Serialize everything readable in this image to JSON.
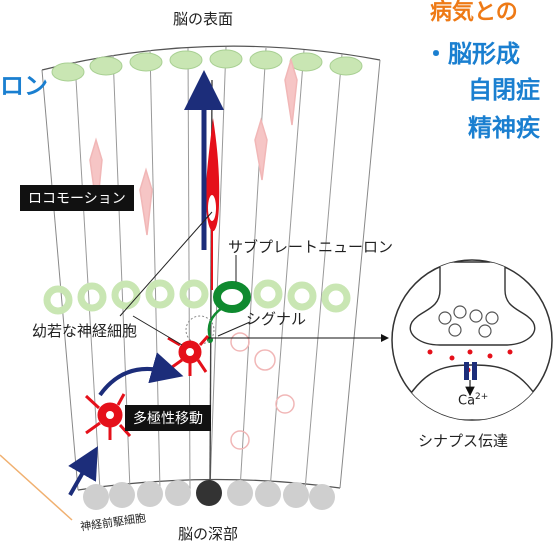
{
  "labels": {
    "surface": "脳の表面",
    "deep": "脳の深部",
    "locomotion": "ロコモーション",
    "subplate": "サブプレートニューロン",
    "immature": "幼若な神経細胞",
    "signal": "シグナル",
    "multipolar": "多極性移動",
    "progenitor": "神経前駆細胞",
    "ca": "Ca",
    "ca_sup": "2+",
    "synapse": "シナプス伝達"
  },
  "cropped": {
    "left": "ロン",
    "heading": "病気との",
    "bullet1": "・脳形成",
    "bullet2": "自閉症",
    "bullet3": "精神疾"
  },
  "colors": {
    "neuron_red": "#e5101a",
    "faded_red": "#f1b7b7",
    "arrow_navy": "#1c2d7a",
    "subplate_green": "#0f8a2f",
    "cell_green": "#c9e6b3",
    "progenitor_gray": "#cfcfcf"
  }
}
